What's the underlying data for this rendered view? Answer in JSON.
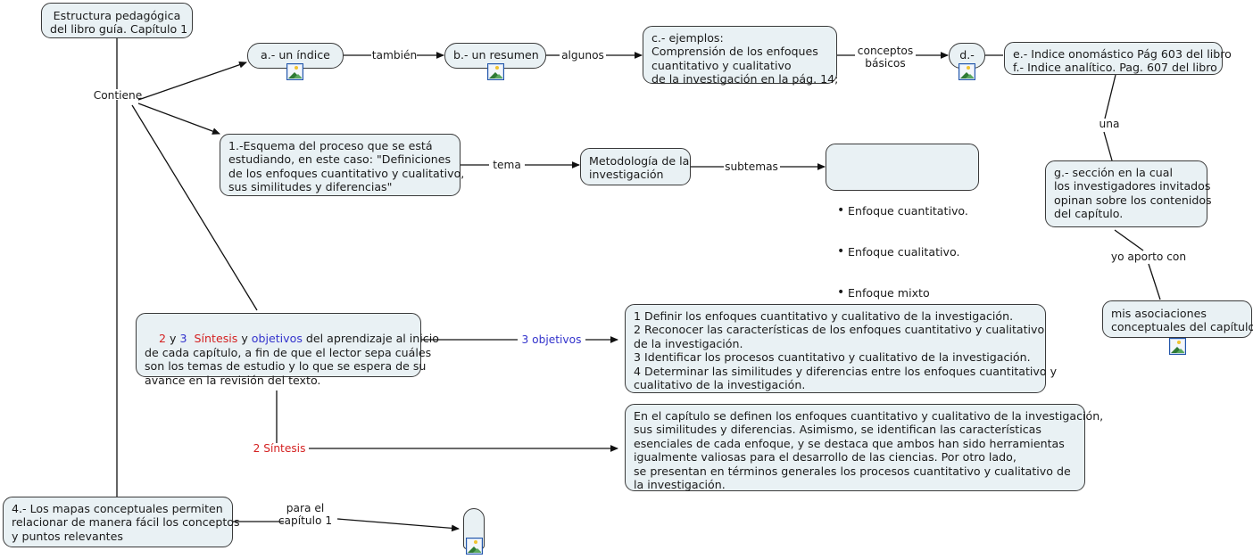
{
  "map": {
    "title_node": "Estructura pedagógica\ndel libro guía. Capítulo 1",
    "icon_name": "image-placeholder-icon"
  },
  "nodes": {
    "root": {
      "text": "Estructura pedagógica\ndel libro guía. Capítulo 1"
    },
    "indice": {
      "text": "a.- un índice"
    },
    "resumen": {
      "text": "b.- un resumen"
    },
    "ejemplos": {
      "text": "c.- ejemplos:\nComprensión de los enfoques\ncuantitativo y cualitativo\nde la investigación en la pág. 14;"
    },
    "d": {
      "text": "d.-"
    },
    "ef": {
      "text": "e.- Indice onomástico Pág 603 del libro\nf.- Indice analítico. Pag. 607 del libro"
    },
    "g": {
      "text": "g.- sección en la cual\nlos investigadores invitados\nopinan sobre los contenidos\ndel capítulo."
    },
    "asociaciones": {
      "text": "mis asociaciones\nconceptuales del capítulo"
    },
    "esquema": {
      "text": "1.-Esquema del proceso que se está\nestudiando, en este caso: \"Definiciones\nde los enfoques cuantitativo y cualitativo,\nsus similitudes y diferencias\""
    },
    "metodologia": {
      "text": "Metodología de la\ninvestigación"
    },
    "enfoques": {
      "items": [
        "Enfoque cuantitativo.",
        "Enfoque cualitativo.",
        "Enfoque mixto"
      ]
    },
    "sintesis_objetivos": {
      "seg_2": "2",
      "seg_y1": " y ",
      "seg_3": "3",
      "seg_sp1": "  ",
      "seg_sintesis": "Síntesis",
      "seg_y2": " y ",
      "seg_objetivos": "objetivos",
      "rest": " del aprendizaje al inicio\nde cada capítulo, a fin de que el lector sepa cuáles\nson los temas de estudio y lo que se espera de su\navance en la revisión del texto."
    },
    "objetivos_lista": {
      "text": "1 Definir los enfoques cuantitativo y cualitativo de la investigación.\n2 Reconocer las características de los enfoques cuantitativo y cualitativo\nde la investigación.\n3 Identificar los procesos cuantitativo y cualitativo de la investigación.\n4 Determinar las similitudes y diferencias entre los enfoques cuantitativo y\ncualitativo de la investigación."
    },
    "sintesis_texto": {
      "text": "En el capítulo se definen los enfoques cuantitativo y cualitativo de la investigación,\nsus similitudes y diferencias. Asimismo, se identifican las características\nesenciales de cada enfoque, y se destaca que ambos han sido herramientas\nigualmente valiosas para el desarrollo de las ciencias. Por otro lado,\nse presentan en términos generales los procesos cuantitativo y cualitativo de\nla investigación."
    },
    "mapas": {
      "text": "4.- Los mapas conceptuales permiten\nrelacionar de manera fácil los conceptos\ny puntos relevantes"
    },
    "empty_capsule": {
      "text": ""
    }
  },
  "edge_labels": {
    "contiene": "Contiene",
    "tambien": "también",
    "algunos": "algunos",
    "conceptos_basicos": "conceptos\nbásicos",
    "una": "una",
    "yo_aporto_con": "yo aporto con",
    "tema": "tema",
    "subtemas": "subtemas",
    "tres_objetivos": "3 objetivos",
    "dos_sintesis": "2 Síntesis",
    "para_el_capitulo": "para el\ncapítulo 1"
  },
  "colors": {
    "node_fill": "#e9f1f4",
    "node_border": "#3a3a3a",
    "red": "#d42121",
    "blue": "#3333cc",
    "text": "#1a1a1a",
    "icon_border": "#2255aa"
  }
}
